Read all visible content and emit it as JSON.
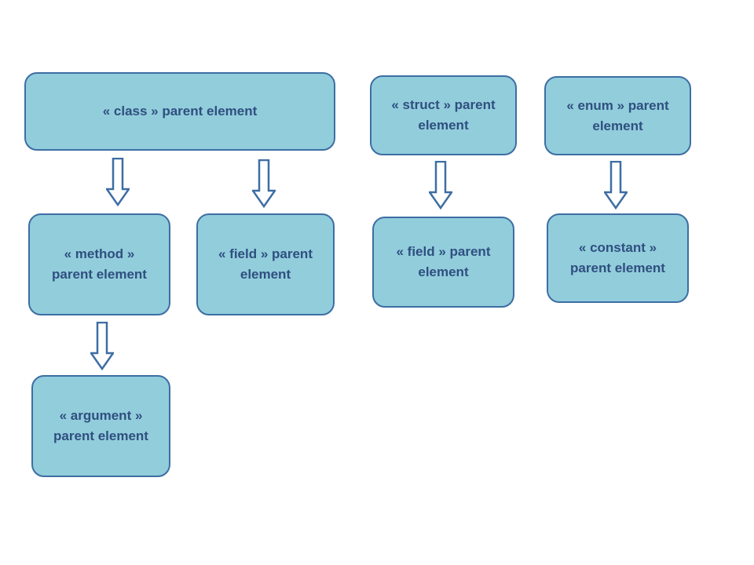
{
  "diagram": {
    "nodes": {
      "class": {
        "label": "« class » parent element"
      },
      "method": {
        "label": "« method »\nparent element"
      },
      "class_field": {
        "label": "« field » parent\nelement"
      },
      "argument": {
        "label": "« argument »\nparent element"
      },
      "struct": {
        "label": "« struct » parent\nelement"
      },
      "struct_field": {
        "label": "«  field  » parent\nelement"
      },
      "enum": {
        "label": "« enum » parent\nelement"
      },
      "constant": {
        "label": "« constant »\nparent element"
      }
    },
    "edges": [
      {
        "from": "class",
        "to": "method"
      },
      {
        "from": "class",
        "to": "class_field"
      },
      {
        "from": "method",
        "to": "argument"
      },
      {
        "from": "struct",
        "to": "struct_field"
      },
      {
        "from": "enum",
        "to": "constant"
      }
    ],
    "colors": {
      "node_fill": "#92cddc",
      "node_border": "#3d6ea3",
      "text": "#2f4f7f",
      "arrow_stroke": "#3d6ea3",
      "arrow_fill": "#ffffff"
    }
  }
}
